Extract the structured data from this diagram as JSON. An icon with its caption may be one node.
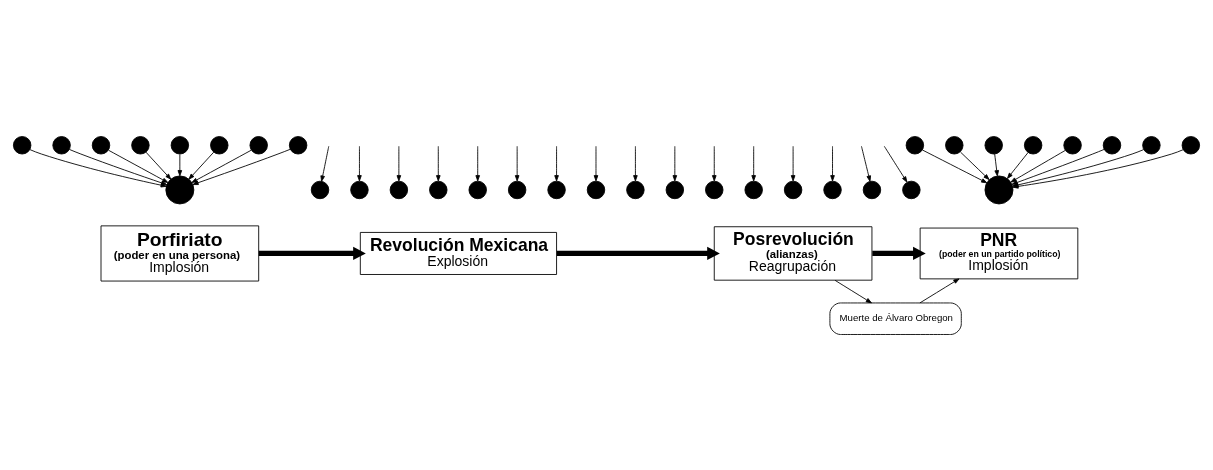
{
  "diagram": {
    "nodes": [
      {
        "text": [],
        "shape": "circle"
      },
      {
        "text": [],
        "shape": "circle"
      },
      {
        "text": [],
        "shape": "circle"
      },
      {
        "text": [],
        "shape": "circle"
      },
      {
        "text": [],
        "shape": "circle"
      },
      {
        "text": [],
        "shape": "circle"
      },
      {
        "text": [],
        "shape": "circle"
      },
      {
        "text": [],
        "shape": "circle"
      },
      {
        "text": [],
        "shape": "circle"
      },
      {
        "text": [],
        "shape": "circle"
      },
      {
        "text": [],
        "shape": "circle"
      },
      {
        "text": [],
        "shape": "circle"
      },
      {
        "text": [],
        "shape": "circle"
      },
      {
        "text": [],
        "shape": "circle"
      },
      {
        "text": [],
        "shape": "circle"
      },
      {
        "text": [],
        "shape": "circle"
      },
      {
        "text": [],
        "shape": "circle"
      },
      {
        "text": [],
        "shape": "circle"
      },
      {
        "text": [],
        "shape": "circle"
      },
      {
        "text": [],
        "shape": "circle"
      },
      {
        "text": [],
        "shape": "circle"
      },
      {
        "text": [],
        "shape": "circle"
      },
      {
        "text": [],
        "shape": "circle"
      },
      {
        "text": [],
        "shape": "circle"
      },
      {
        "text": [],
        "shape": "circle"
      },
      {
        "text": [],
        "shape": "circle"
      },
      {
        "text": [],
        "shape": "circle"
      },
      {
        "text": [],
        "shape": "circle"
      },
      {
        "text": [],
        "shape": "circle"
      },
      {
        "text": [],
        "shape": "circle"
      },
      {
        "text": [],
        "shape": "circle"
      },
      {
        "text": [],
        "shape": "circle"
      },
      {
        "text": [],
        "shape": "circle"
      },
      {
        "text": [],
        "shape": "circle"
      },
      {
        "text": [
          "Porfiriato",
          "(poder en una persona)",
          "Implosión"
        ]
      },
      {
        "text": [
          "Revolución Mexicana",
          "Explosión"
        ]
      },
      {
        "text": [
          "Posrevolución",
          "(alianzas)",
          "Reagrupación"
        ]
      },
      {
        "text": [
          "PNR",
          "(poder en un partido político)",
          "Implosión"
        ]
      },
      {
        "text": [
          "Muerte de Álvaro Obregon"
        ]
      }
    ],
    "edges": [
      {
        "from": 1,
        "to": 0,
        "arrow": "to"
      },
      {
        "from": 2,
        "to": 0,
        "arrow": "to"
      },
      {
        "from": 3,
        "to": 0,
        "arrow": "to"
      },
      {
        "from": 4,
        "to": 0,
        "arrow": "to"
      },
      {
        "from": 5,
        "to": 0,
        "arrow": "to"
      },
      {
        "from": 6,
        "to": 0,
        "arrow": "to"
      },
      {
        "from": 7,
        "to": 0,
        "arrow": "to"
      },
      {
        "from": 8,
        "to": 0,
        "arrow": "to"
      },
      {
        "from": null,
        "to": 9,
        "arrow": "to"
      },
      {
        "from": null,
        "to": 10,
        "arrow": "to"
      },
      {
        "from": null,
        "to": 11,
        "arrow": "to"
      },
      {
        "from": null,
        "to": 12,
        "arrow": "to"
      },
      {
        "from": null,
        "to": 13,
        "arrow": "to"
      },
      {
        "from": null,
        "to": 14,
        "arrow": "to"
      },
      {
        "from": null,
        "to": 15,
        "arrow": "to"
      },
      {
        "from": null,
        "to": 16,
        "arrow": "to"
      },
      {
        "from": null,
        "to": 17,
        "arrow": "to"
      },
      {
        "from": null,
        "to": 18,
        "arrow": "to"
      },
      {
        "from": null,
        "to": 19,
        "arrow": "to"
      },
      {
        "from": null,
        "to": 20,
        "arrow": "to"
      },
      {
        "from": null,
        "to": 21,
        "arrow": "to"
      },
      {
        "from": null,
        "to": 22,
        "arrow": "to"
      },
      {
        "from": null,
        "to": 23,
        "arrow": "to"
      },
      {
        "from": null,
        "to": 24,
        "arrow": "to"
      },
      {
        "from": 26,
        "to": 25,
        "arrow": "to"
      },
      {
        "from": 27,
        "to": 25,
        "arrow": "to"
      },
      {
        "from": 28,
        "to": 25,
        "arrow": "to"
      },
      {
        "from": 29,
        "to": 25,
        "arrow": "to"
      },
      {
        "from": 30,
        "to": 25,
        "arrow": "to"
      },
      {
        "from": 31,
        "to": 25,
        "arrow": "to"
      },
      {
        "from": 32,
        "to": 25,
        "arrow": "to"
      },
      {
        "from": 33,
        "to": 25,
        "arrow": "to"
      },
      {
        "from": 34,
        "to": 35,
        "arrow": "to",
        "style": "thick"
      },
      {
        "from": 35,
        "to": 36,
        "arrow": "to",
        "style": "thick"
      },
      {
        "from": 36,
        "to": 37,
        "arrow": "to",
        "style": "thick"
      },
      {
        "from": 36,
        "to": 38,
        "arrow": "to"
      },
      {
        "from": 38,
        "to": 37,
        "arrow": "to"
      }
    ]
  }
}
